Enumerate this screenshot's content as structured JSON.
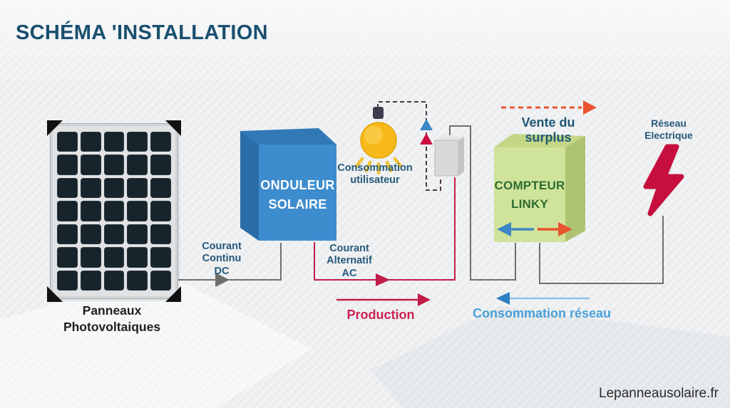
{
  "title": "SCHÉMA 'INSTALLATION",
  "watermark": "Lepanneausolaire.fr",
  "nodes": {
    "panels": {
      "line1": "Panneaux",
      "line2": "Photovoltaiques"
    },
    "inverter": {
      "line1": "ONDULEUR",
      "line2": "SOLAIRE"
    },
    "meter": {
      "line1": "COMPTEUR",
      "line2": "LINKY"
    },
    "grid": {
      "line1": "Réseau",
      "line2": "Electrique"
    },
    "bulb": {
      "line1": "Consommation",
      "line2": "utilisateur"
    }
  },
  "flows": {
    "dc": {
      "line1": "Courant",
      "line2": "Continu",
      "line3": "DC"
    },
    "ac": {
      "line1": "Courant",
      "line2": "Alternatif",
      "line3": "AC"
    },
    "production": {
      "label": "Production"
    },
    "consumption": {
      "label": "Consommation réseau"
    },
    "surplus": {
      "label": "Vente du surplus"
    }
  },
  "colors": {
    "title_blue": "#1a4f6e",
    "label_blue": "#27597a",
    "inverter_blue": "#3d8ccd",
    "meter_green": "#cfe49a",
    "meter_text_green": "#2e6b30",
    "production_red": "#c21d48",
    "consumption_blue": "#4aa0d8",
    "surplus_orange": "#e8542e",
    "wire_gray": "#6f6f6f",
    "lightning_crimson": "#c60f3e",
    "bulb_yellow": "#f6b919"
  }
}
